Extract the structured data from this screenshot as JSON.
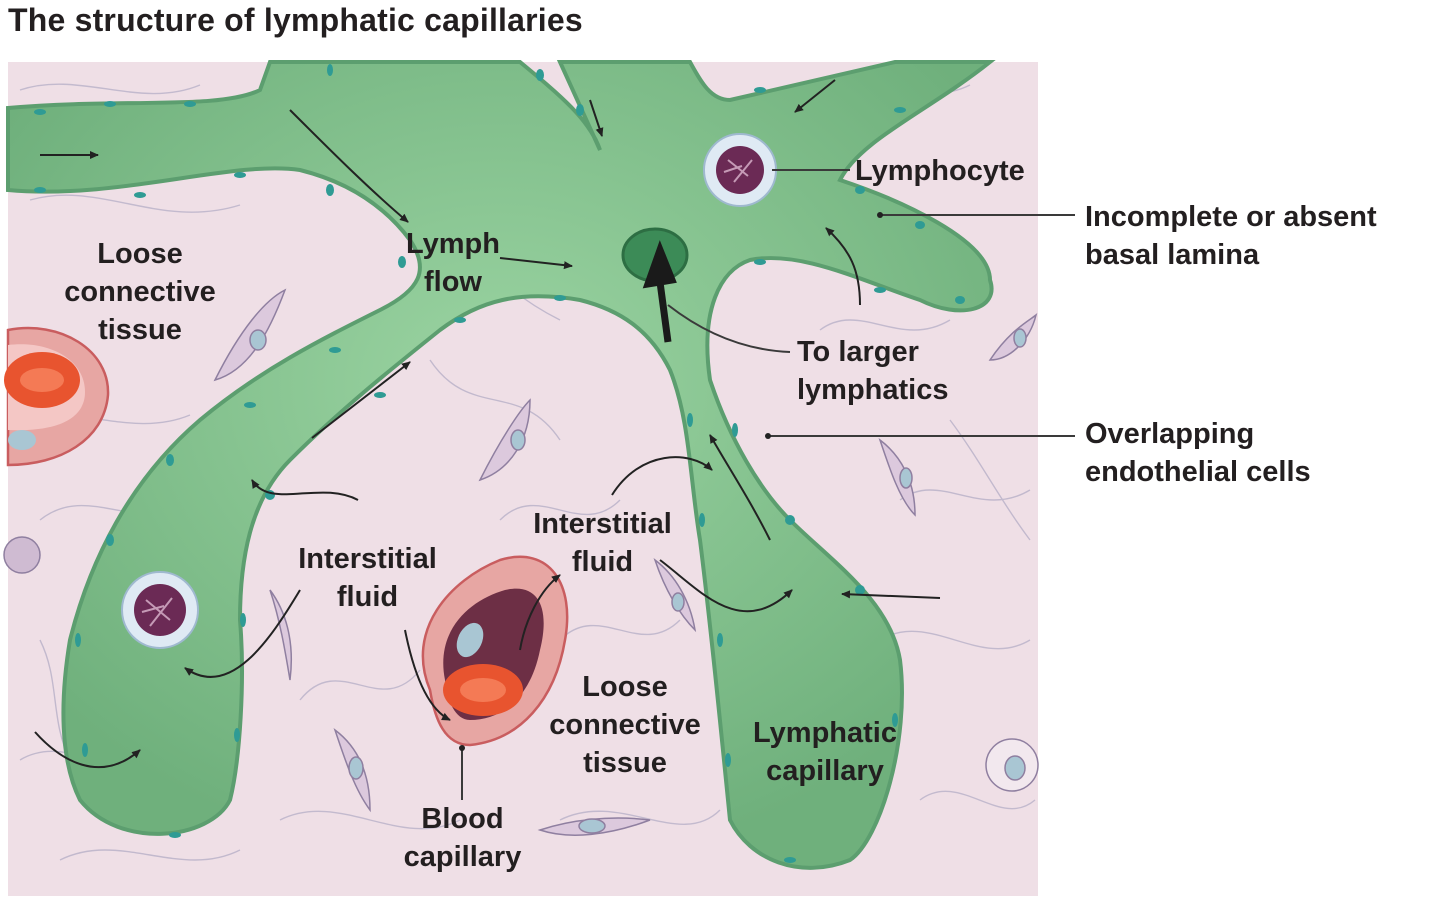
{
  "title": "The structure of lymphatic capillaries",
  "labels": {
    "lymphocyte": "Lymphocyte",
    "basal_lamina": [
      "Incomplete or absent",
      "basal lamina"
    ],
    "lymph_flow": [
      "Lymph",
      "flow"
    ],
    "loose_tissue_left": [
      "Loose",
      "connective",
      "tissue"
    ],
    "to_larger": [
      "To larger",
      "lymphatics"
    ],
    "overlapping": [
      "Overlapping",
      "endothelial cells"
    ],
    "interstitial_left": [
      "Interstitial",
      "fluid"
    ],
    "interstitial_center": [
      "Interstitial",
      "fluid"
    ],
    "loose_tissue_center": [
      "Loose",
      "connective",
      "tissue"
    ],
    "lymphatic_capillary": [
      "Lymphatic",
      "capillary"
    ],
    "blood_capillary": [
      "Blood",
      "capillary"
    ]
  },
  "colors": {
    "tissue": "#efdfe6",
    "vessel": "#7cbd86",
    "vessel_edge": "#5c9e6f",
    "endothelium": "#2f9b94",
    "blood_vessel": "#e7a6a3",
    "red_cell": "#e8542f",
    "lymphocyte_nucleus": "#6b2a55"
  }
}
